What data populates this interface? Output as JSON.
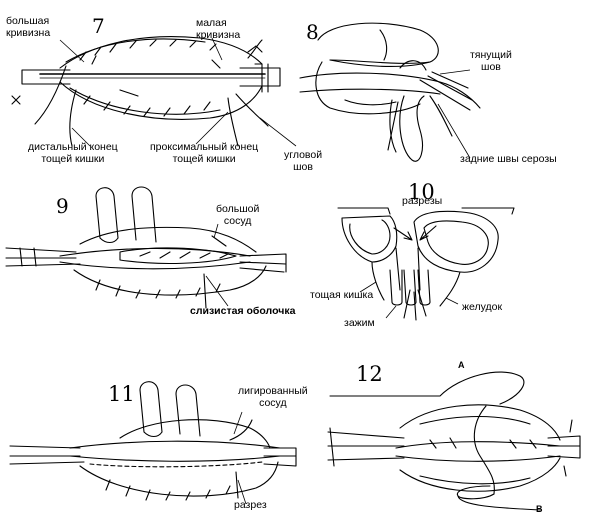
{
  "panels": [
    {
      "number": "7",
      "labels": [
        {
          "line1": "большая",
          "line2": "кривизна"
        },
        {
          "line1": "малая",
          "line2": "кривизна"
        },
        {
          "line1": "дистальный конец",
          "line2": "тощей кишки"
        },
        {
          "line1": "проксимальный конец",
          "line2": "тощей кишки"
        },
        {
          "line1": "угловой",
          "line2": "шов"
        }
      ]
    },
    {
      "number": "8",
      "labels": [
        {
          "line1": "тянущий",
          "line2": "шов"
        },
        {
          "line1": "задние швы серозы",
          "line2": ""
        }
      ]
    },
    {
      "number": "9",
      "labels": [
        {
          "line1": "большой",
          "line2": "сосуд"
        },
        {
          "line1": "слизистая оболочка",
          "line2": ""
        }
      ]
    },
    {
      "number": "10",
      "labels": [
        {
          "line1": "разрезы",
          "line2": ""
        },
        {
          "line1": "тощая кишка",
          "line2": ""
        },
        {
          "line1": "зажим",
          "line2": ""
        },
        {
          "line1": "желудок",
          "line2": ""
        }
      ]
    },
    {
      "number": "11",
      "labels": [
        {
          "line1": "лигированный",
          "line2": "сосуд"
        },
        {
          "line1": "разрез",
          "line2": ""
        }
      ]
    },
    {
      "number": "12",
      "letters": {
        "a": "A",
        "b": "B"
      }
    }
  ]
}
